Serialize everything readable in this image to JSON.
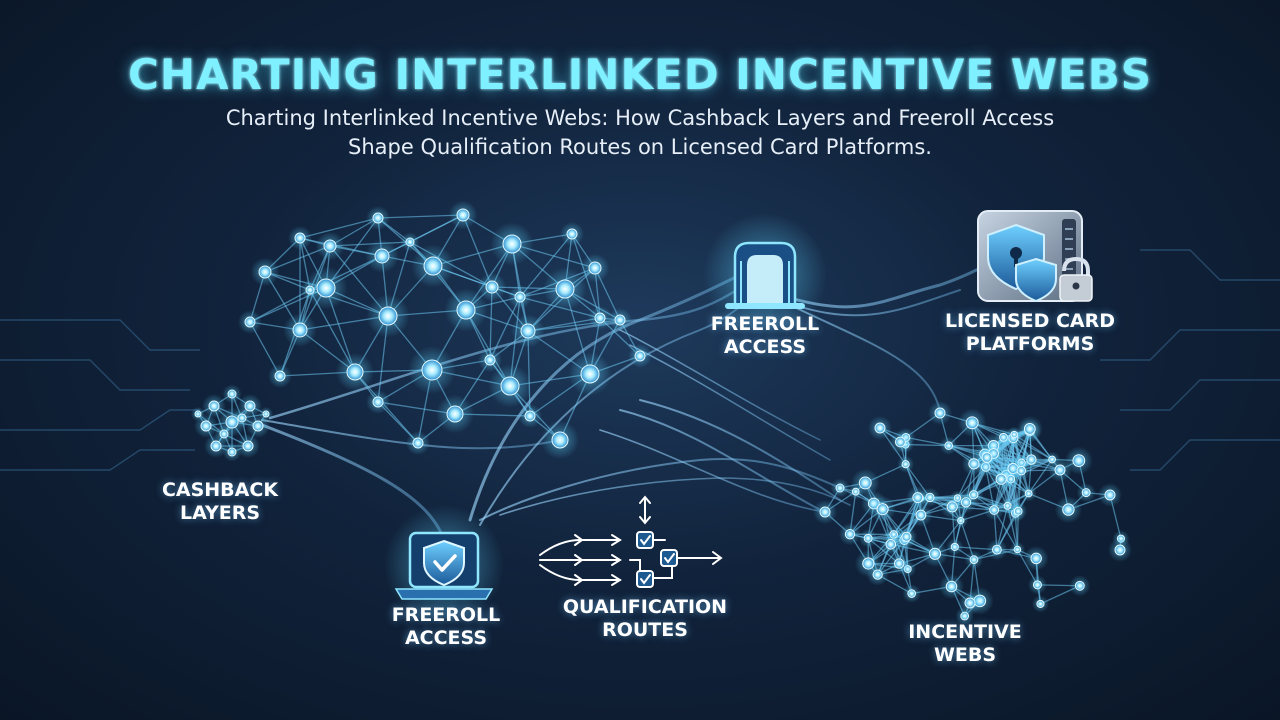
{
  "header": {
    "title": "CHARTING INTERLINKED INCENTIVE WEBS",
    "subtitle_line1": "Charting Interlinked Incentive Webs: How Cashback Layers and Freeroll Access",
    "subtitle_line2": "Shape Qualification Routes on Licensed Card Platforms."
  },
  "labels": {
    "cashback": [
      "CASHBACK",
      "LAYERS"
    ],
    "freeroll_top": [
      "FREEROLL",
      "ACCESS"
    ],
    "licensed": [
      "LICENSED CARD",
      "PLATFORMS"
    ],
    "freeroll_bottom": [
      "FREEROLL",
      "ACCESS"
    ],
    "qualification": [
      "QUALIFICATION",
      "ROUTES"
    ],
    "incentive": [
      "INCENTIVE",
      "WEBS"
    ]
  },
  "icons": {
    "freeroll_top": "portal-gate-icon",
    "licensed": "secure-server-lock-icon",
    "freeroll_bottom": "shield-check-laptop-icon",
    "qualification": "routing-arrows-checkbox-icon"
  },
  "colors": {
    "title": "#7ff0ff",
    "node": "#bff4ff",
    "line": "#6cc6f0",
    "background": "#11233c"
  }
}
